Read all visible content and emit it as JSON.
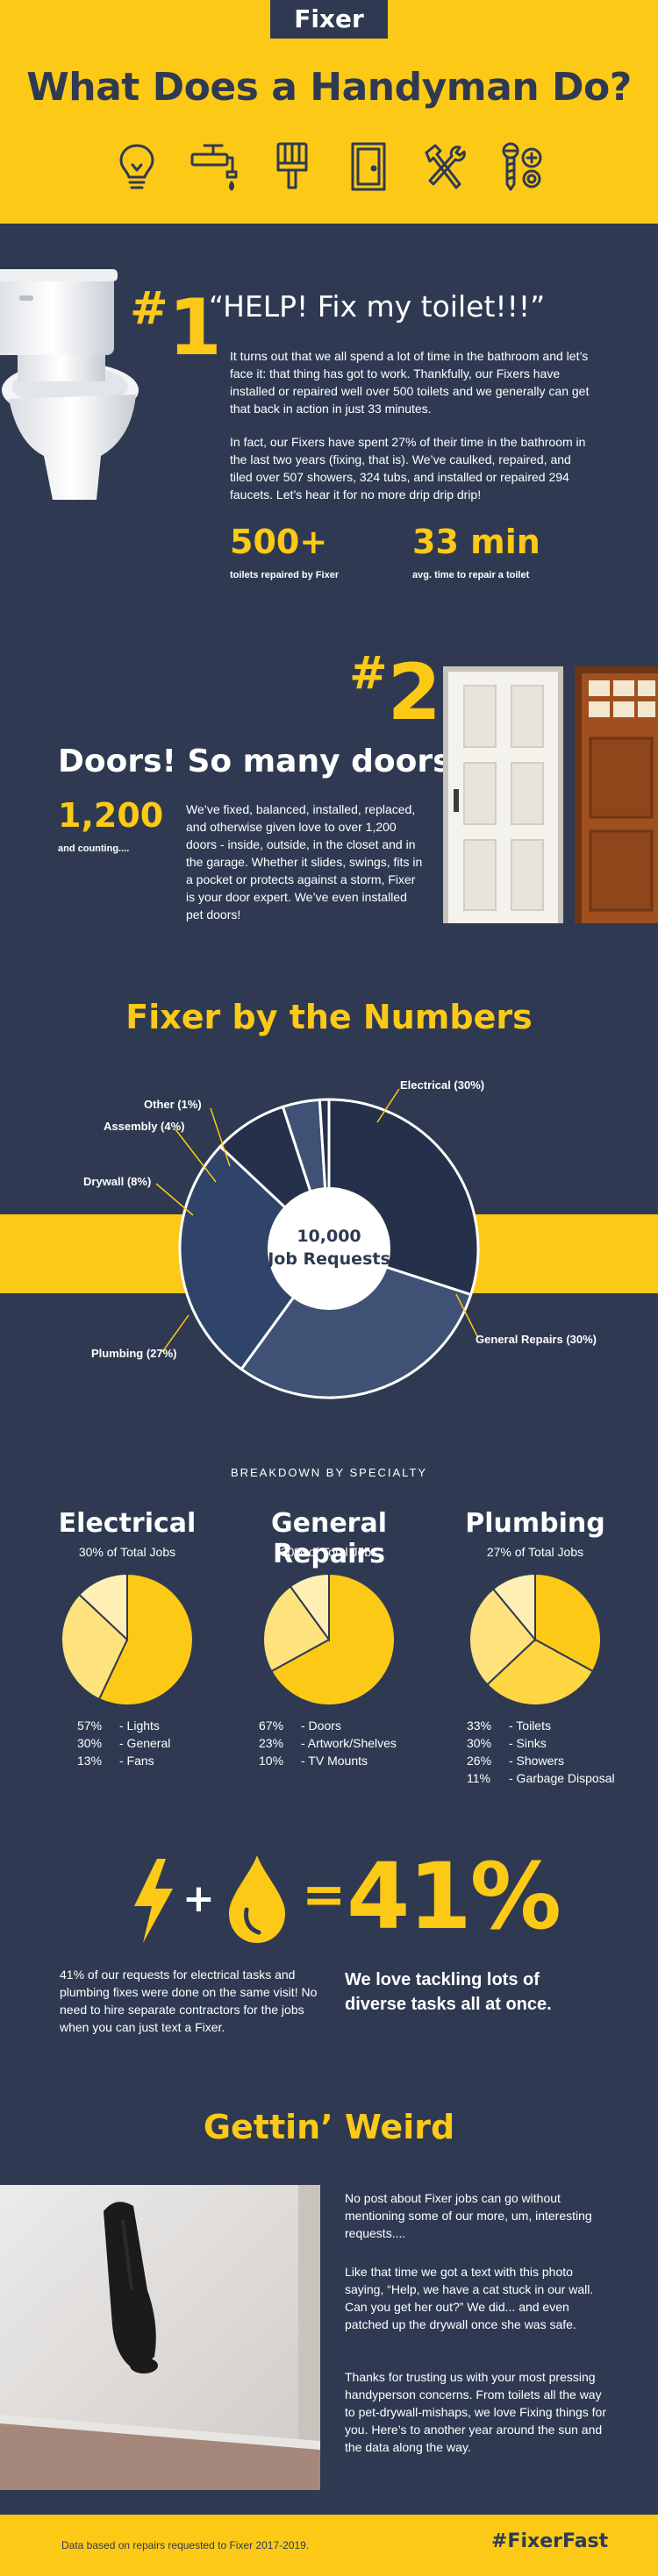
{
  "header": {
    "logo": "Fixer",
    "title": "What Does a Handyman Do?",
    "icons": [
      "lightbulb-icon",
      "faucet-icon",
      "paintbrush-icon",
      "door-icon",
      "tools-icon",
      "screws-icon"
    ]
  },
  "section1": {
    "hash": "#",
    "number": "1",
    "title": "“HELP! Fix my toilet!!!”",
    "para1": "It turns out that we all spend a lot of time in the bathroom and let’s face it: that thing has got to work. Thankfully, our Fixers have installed or repaired well over 500 toilets and we generally can get that back in action in just 33 minutes.",
    "para2": "In fact, our Fixers have spent 27% of their time in the bathroom in the last two years (fixing, that is). We’ve caulked, repaired, and tiled over 507 showers, 324 tubs, and installed or repaired 294 faucets. Let’s hear it for no more drip drip drip!",
    "stat1_value": "500+",
    "stat1_label": "toilets repaired by Fixer",
    "stat2_value": "33 min",
    "stat2_label": "avg. time to repair a toilet"
  },
  "section2": {
    "hash": "#",
    "number": "2",
    "title": "Doors! So many doors.",
    "stat_value": "1,200",
    "stat_label": "and counting....",
    "para": "We’ve fixed, balanced, installed, replaced, and otherwise given love to over 1,200 doors - inside, outside, in the closet and in the garage.  Whether it slides, swings, fits in a pocket or protects against a storm, Fixer is your door expert. We’ve even installed pet doors!"
  },
  "numbers": {
    "title": "Fixer by the Numbers",
    "center_line1": "10,000",
    "center_line2": "Job Requests",
    "breakdown_heading": "BREAKDOWN BY SPECIALTY"
  },
  "chart_data": [
    {
      "type": "pie",
      "title": "",
      "categories": [
        "Electrical",
        "General Repairs",
        "Plumbing",
        "Drywall",
        "Assembly",
        "Other"
      ],
      "values": [
        30,
        30,
        27,
        8,
        4,
        1
      ],
      "labels": [
        "Electrical (30%)",
        "General Repairs (30%)",
        "Plumbing (27%)",
        "Drywall (8%)",
        "Assembly (4%)",
        "Other (1%)"
      ],
      "colors": [
        "#25314a",
        "#3f5275",
        "#2f4468",
        "#25314a",
        "#3f5275",
        "#25314a"
      ]
    },
    {
      "type": "pie",
      "title": "Electrical",
      "subtitle": "30% of Total Jobs",
      "categories": [
        "Lights",
        "General",
        "Fans"
      ],
      "values": [
        57,
        30,
        13
      ],
      "rows": [
        [
          "57%",
          "- Lights"
        ],
        [
          "30%",
          "- General"
        ],
        [
          "13%",
          "- Fans"
        ]
      ],
      "colors": [
        "#fcc917",
        "#fde27e",
        "#fef0b4"
      ]
    },
    {
      "type": "pie",
      "title": "General Repairs",
      "subtitle": "30% of Total Jobs",
      "categories": [
        "Doors",
        "Artwork/Shelves",
        "TV Mounts"
      ],
      "values": [
        67,
        23,
        10
      ],
      "rows": [
        [
          "67%",
          "- Doors"
        ],
        [
          "23%",
          "- Artwork/Shelves"
        ],
        [
          "10%",
          "- TV Mounts"
        ]
      ],
      "colors": [
        "#fcc917",
        "#fde27e",
        "#fef0b4"
      ]
    },
    {
      "type": "pie",
      "title": "Plumbing",
      "subtitle": "27% of Total Jobs",
      "categories": [
        "Toilets",
        "Sinks",
        "Showers",
        "Garbage Disposal"
      ],
      "values": [
        33,
        30,
        26,
        11
      ],
      "rows": [
        [
          "33%",
          "- Toilets"
        ],
        [
          "30%",
          "- Sinks"
        ],
        [
          "26%",
          "- Showers"
        ],
        [
          "11%",
          "- Garbage Disposal"
        ]
      ],
      "colors": [
        "#fcc917",
        "#fdd642",
        "#fde27e",
        "#fef0b4"
      ]
    }
  ],
  "combo": {
    "plus": "+",
    "equals": "=",
    "percent": "41%",
    "para": "41% of our requests for electrical tasks and plumbing fixes were done on the same visit! No need to hire separate contractors for the jobs when you can just text a Fixer.",
    "tagline": "We love tackling lots of diverse tasks all at once."
  },
  "weird": {
    "title": "Gettin’ Weird",
    "para1": "No post about Fixer jobs can go without mentioning some of our more, um, interesting requests....",
    "para2": "Like that time we got a text with this photo saying, “Help, we have a cat stuck in our wall. Can you get her out?”  We did... and even patched up the drywall once she was safe.",
    "para3": "Thanks for trusting us with your most pressing handyperson concerns. From toilets all the way to pet-drywall-mishaps, we love Fixing things for you. Here’s to another year around the sun and the data along the way."
  },
  "footer": {
    "source": "Data based on repairs requested to Fixer 2017-2019.",
    "hashtag": "#FixerFast"
  },
  "colors": {
    "brand_yellow": "#fcc917",
    "navy": "#2f3a52"
  }
}
